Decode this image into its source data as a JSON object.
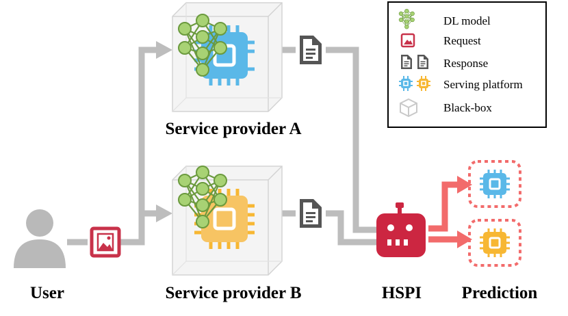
{
  "labels": {
    "user": "User",
    "provider_a": "Service provider A",
    "provider_b": "Service provider B",
    "hspi": "HSPI",
    "prediction": "Prediction"
  },
  "legend": {
    "items": [
      {
        "icon": "neural-network-icon",
        "text": "DL model"
      },
      {
        "icon": "image-icon",
        "text": "Request"
      },
      {
        "icon": "document-icon",
        "text": "Response"
      },
      {
        "icon": "chip-icon",
        "text": "Serving platform"
      },
      {
        "icon": "cube-icon",
        "text": "Black-box"
      }
    ]
  },
  "colors": {
    "arrow_gray": "#bdbdbd",
    "arrow_red": "#f26b6b",
    "request_red": "#c8324a",
    "robot_red": "#cc2641",
    "chip_blue": "#5ab8e8",
    "chip_yellow": "#f7b733",
    "model_green": "#9ccc65",
    "document_gray": "#555555",
    "cube_gray": "#cfcfcf"
  }
}
